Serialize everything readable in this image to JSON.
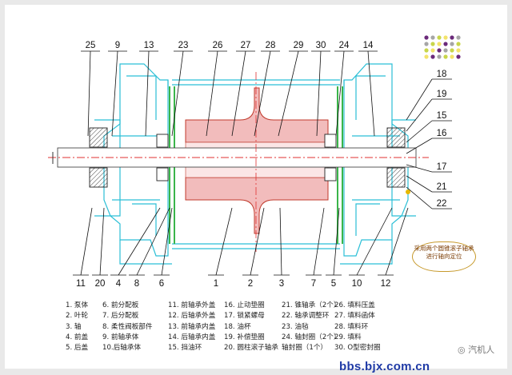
{
  "callouts_top": [
    "25",
    "9",
    "13",
    "23",
    "26",
    "27",
    "28",
    "29",
    "30",
    "24",
    "14"
  ],
  "callouts_bottom": [
    "11",
    "20",
    "4",
    "8",
    "6",
    "1",
    "2",
    "3",
    "7",
    "5",
    "10",
    "12"
  ],
  "callouts_right": [
    "18",
    "19",
    "15",
    "16",
    "17",
    "21",
    "22"
  ],
  "note": "采用两个圆锥滚子轴承进行轴向定位",
  "legend_cols": [
    [
      "1. 泵体",
      "2. 叶轮",
      "3. 轴",
      "4. 前盖",
      "5. 后盖"
    ],
    [
      "6. 前分配板",
      "7. 后分配板",
      "8. 柔性阀板部件",
      "9. 前轴承体",
      "10.后轴承体"
    ],
    [
      "11. 前轴承外盖",
      "12. 后轴承外盖",
      "13. 前轴承内盖",
      "14. 后轴承内盖",
      "15. 挡油环"
    ],
    [
      "16. 止动垫圈",
      "17. 锁紧螺母",
      "18. 油杯",
      "19. 补偿垫圈",
      "20. 圆柱滚子轴承"
    ],
    [
      "21. 锥轴承（2个）",
      "22. 轴承调整环",
      "23. 油毡",
      "24. 轴封圈（2个）",
      "轴封圈（1个）"
    ],
    [
      "26. 填料压盖",
      "27. 填料函体",
      "28. 填料环",
      "29. 填料",
      "30. O型密封圈"
    ]
  ],
  "watermark": "bbs.bjx.com.cn",
  "brand": "汽机人",
  "colors": {
    "casing": "#2bbfd6",
    "impeller": "#e8a8a8",
    "impeller_line": "#c0392b",
    "green": "#3ab54a",
    "shaft_line": "#e03030",
    "yellow": "#e6b800"
  }
}
